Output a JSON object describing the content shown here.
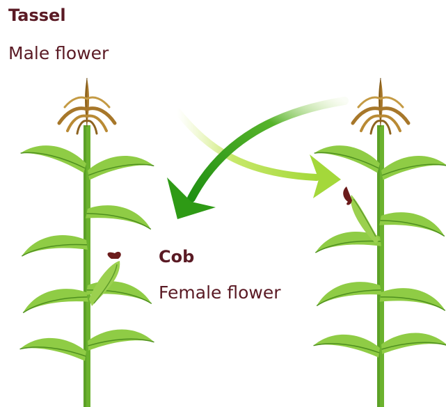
{
  "labels": {
    "tassel_title": "Tassel",
    "tassel_subtitle": "Male flower",
    "cob_title": "Cob",
    "cob_subtitle": "Female flower"
  },
  "colors": {
    "label_text": "#5a1a24",
    "stalk_green": "#6bb22e",
    "leaf_light": "#8fcc45",
    "leaf_dark": "#4e8f1f",
    "tassel_brown": "#a7772a",
    "silk_maroon": "#6b1b1b",
    "arrow_dark_green": "#2e9a15",
    "arrow_light_green": "#b6e04a"
  },
  "icons": {
    "left_plant": "corn-plant-icon",
    "right_plant": "corn-plant-icon",
    "pollination_arrow_left": "curved-arrow-icon",
    "pollination_arrow_right": "curved-arrow-icon"
  }
}
